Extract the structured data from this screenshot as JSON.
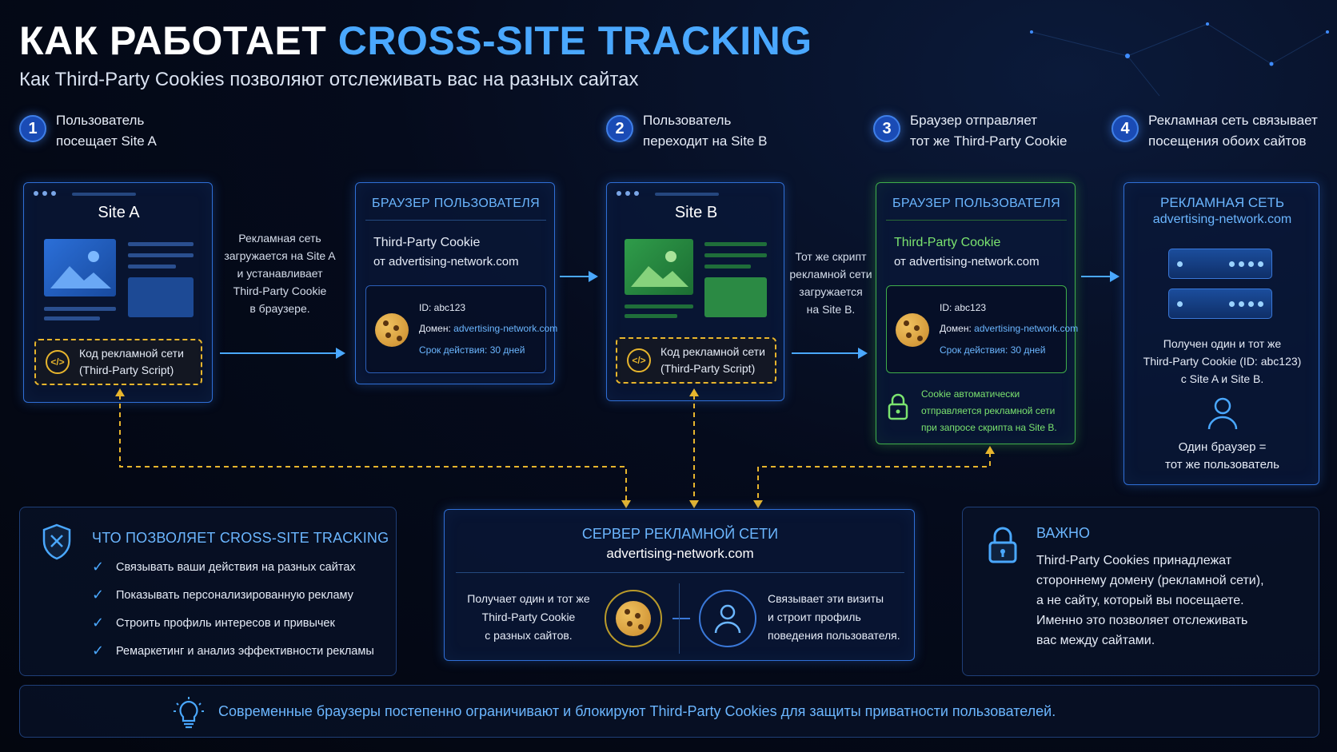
{
  "header": {
    "title_main": "КАК РАБОТАЕТ",
    "title_accent": "CROSS-SITE TRACKING",
    "subtitle": "Как Third-Party Cookies позволяют отслеживать вас на разных сайтах"
  },
  "steps": [
    {
      "num": "1",
      "line1": "Пользователь",
      "line2": "посещает Site A"
    },
    {
      "num": "2",
      "line1": "Пользователь",
      "line2": "переходит на Site B"
    },
    {
      "num": "3",
      "line1": "Браузер отправляет",
      "line2": "тот же Third-Party Cookie"
    },
    {
      "num": "4",
      "line1": "Рекламная сеть связывает",
      "line2": "посещения обоих сайтов"
    }
  ],
  "site_a": {
    "title": "Site A",
    "code_line1": "Код рекламной сети",
    "code_line2": "(Third-Party Script)",
    "code_icon": "</>"
  },
  "site_b": {
    "title": "Site B",
    "code_line1": "Код рекламной сети",
    "code_line2": "(Third-Party Script)",
    "code_icon": "</>"
  },
  "note_a": {
    "l1": "Рекламная сеть",
    "l2": "загружается на Site A",
    "l3": "и устанавливает",
    "l4": "Third-Party Cookie",
    "l5": "в браузере."
  },
  "note_b": {
    "l1": "Тот же скрипт",
    "l2": "рекламной сети",
    "l3": "загружается",
    "l4": "на Site B."
  },
  "browser1": {
    "head": "БРАУЗЕР ПОЛЬЗОВАТЕЛЯ",
    "cookie_name": "Third-Party Cookie",
    "cookie_from": "от advertising-network.com",
    "id_label": "ID: abc123",
    "domain_label": "Домен:",
    "domain_value": "advertising-network.com",
    "valid": "Срок действия: 30 дней"
  },
  "browser2": {
    "head": "БРАУЗЕР ПОЛЬЗОВАТЕЛЯ",
    "cookie_name": "Third-Party Cookie",
    "cookie_from": "от advertising-network.com",
    "id_label": "ID: abc123",
    "domain_label": "Домен:",
    "domain_value": "advertising-network.com",
    "valid": "Срок действия: 30 дней",
    "note1": "Cookie автоматически",
    "note2": "отправляется рекламной сети",
    "note3": "при запросе скрипта на Site B."
  },
  "ad_network": {
    "head": "РЕКЛАМНАЯ СЕТЬ",
    "domain": "advertising-network.com",
    "t1": "Получен один и тот же",
    "t2": "Third-Party Cookie (ID: abc123)",
    "t3": "с Site A и Site B.",
    "b1": "Один браузер =",
    "b2": "тот же пользователь"
  },
  "capabilities": {
    "title": "ЧТО ПОЗВОЛЯЕТ CROSS-SITE TRACKING",
    "items": [
      "Связывать ваши действия на разных сайтах",
      "Показывать персонализированную рекламу",
      "Строить профиль интересов и привычек",
      "Ремаркетинг и анализ эффективности рекламы"
    ]
  },
  "server": {
    "title": "СЕРВЕР РЕКЛАМНОЙ СЕТИ",
    "domain": "advertising-network.com",
    "left1": "Получает один и тот же",
    "left2": "Third-Party Cookie",
    "left3": "с разных сайтов.",
    "right1": "Связывает эти визиты",
    "right2": "и строит профиль",
    "right3": "поведения пользователя."
  },
  "important": {
    "title": "ВАЖНО",
    "lines": [
      "Third-Party Cookies принадлежат",
      "стороннему домену (рекламной сети),",
      "а не сайту, который вы посещаете.",
      "Именно это позволяет отслеживать",
      "вас между сайтами."
    ]
  },
  "footer": {
    "text": "Современные браузеры постепенно ограничивают и блокируют Third-Party Cookies для защиты приватности пользователей."
  },
  "icons": {
    "cookie": "cookie-icon",
    "code": "code-icon",
    "lock": "lock-icon",
    "shield": "shield-icon",
    "user": "user-icon",
    "server": "server-icon",
    "bulb": "lightbulb-icon",
    "check": "check-icon"
  },
  "colors": {
    "accent": "#4aa8ff",
    "panel_border": "#2f6fd6",
    "green": "#3fae4a",
    "dashed": "#e7b52d"
  }
}
